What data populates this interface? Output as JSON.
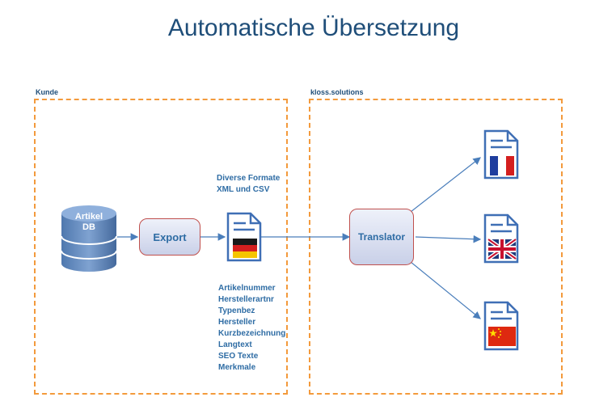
{
  "title": "Automatische Übersetzung",
  "zones": {
    "left_label": "Kunde",
    "right_label": "kloss.solutions"
  },
  "nodes": {
    "database_line1": "Artikel",
    "database_line2": "DB",
    "export": "Export",
    "translator": "Translator"
  },
  "formats": {
    "line1": "Diverse Formate",
    "line2": "XML und CSV"
  },
  "fields": [
    "Artikelnummer",
    "Herstellerartnr",
    "Typenbez",
    "Hersteller",
    "Kurzbezeichnung",
    "Langtext",
    "SEO Texte",
    "Merkmale"
  ],
  "documents": {
    "source": "german-flag-icon",
    "targets": [
      "french-flag-icon",
      "uk-flag-icon",
      "china-flag-icon"
    ]
  },
  "colors": {
    "accent": "#2e6ca4",
    "dashed_border": "#f39a3c",
    "box_border": "#c0504d",
    "title": "#1f4e79"
  }
}
